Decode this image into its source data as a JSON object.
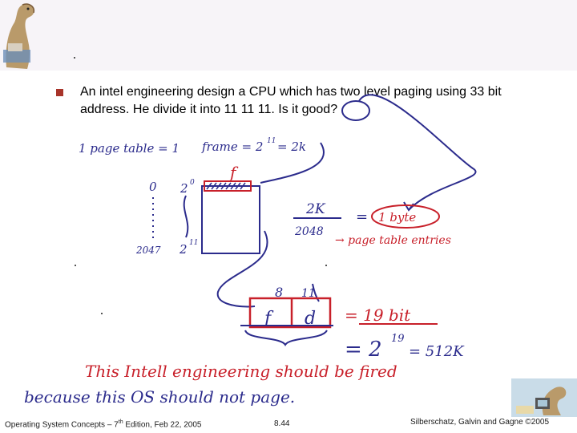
{
  "slide": {
    "bullet_text": "An intel engineering design a CPU which has two level paging using 33 bit address. He divide it into 11 11 11. Is it good?"
  },
  "annotations": {
    "line1_a": "1 page table = 1",
    "line1_b": "frame = 2",
    "line1_b_exp": "11",
    "line1_c": "= 2k",
    "label_f_top": "f",
    "zero": "0",
    "two_0": "2",
    "two_0_exp": "0",
    "row_2047": "2047",
    "two_11": "2",
    "two_11_exp": "11",
    "frac_num": "2K",
    "frac_den": "2048",
    "equals_1": "=",
    "one_byte": "1 byte",
    "arrow_pte": "→ page table entries",
    "num_8": "8",
    "num_11": "11",
    "box_f": "f",
    "box_d": "d",
    "eq_19bit": "= 19 bit",
    "eq_2": "= 2",
    "eq_2_exp": "19",
    "eq_512k": "= 512K",
    "verdict_1": "This Intell engineering should be fired",
    "verdict_2": "because this OS should not page."
  },
  "footer": {
    "title": "Operating System Concepts – 7",
    "title_sup": "th",
    "title_rest": " Edition, Feb 22, 2005",
    "page": "8.44",
    "authors": "Silberschatz, Galvin and Gagne ©2005"
  },
  "colors": {
    "bullet": "#a8342a",
    "ink_blue": "#2b2b8c",
    "ink_red": "#c8202a",
    "header_band": "#f7f4f8"
  }
}
